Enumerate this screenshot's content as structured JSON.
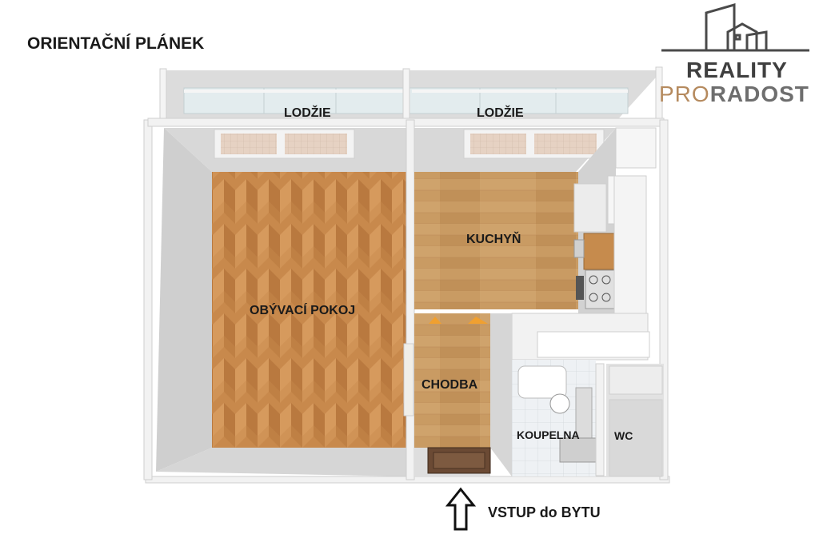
{
  "header": {
    "title": "ORIENTAČNÍ PLÁNEK"
  },
  "logo": {
    "line1": "REALITY",
    "line2_accent": "PRO",
    "line2_rest": "RADOST",
    "colors": {
      "dark": "#3f3f3f",
      "accent": "#b58a5e",
      "muted": "#6e6e6e"
    }
  },
  "rooms": {
    "loggia_left": "LODŽIE",
    "loggia_right": "LODŽIE",
    "kitchen": "KUCHYŇ",
    "living_room": "OBÝVACÍ POKOJ",
    "hallway": "CHODBA",
    "bathroom": "KOUPELNA",
    "wc": "WC"
  },
  "entrance": {
    "label": "VSTUP do BYTU",
    "icon": "arrow-up-icon"
  },
  "colors": {
    "wall": "#d9d9d9",
    "wall_edge": "#bdbdbd",
    "parquet": "#c58a4e",
    "laminate": "#c89a63",
    "tile": "#e8ebee"
  }
}
